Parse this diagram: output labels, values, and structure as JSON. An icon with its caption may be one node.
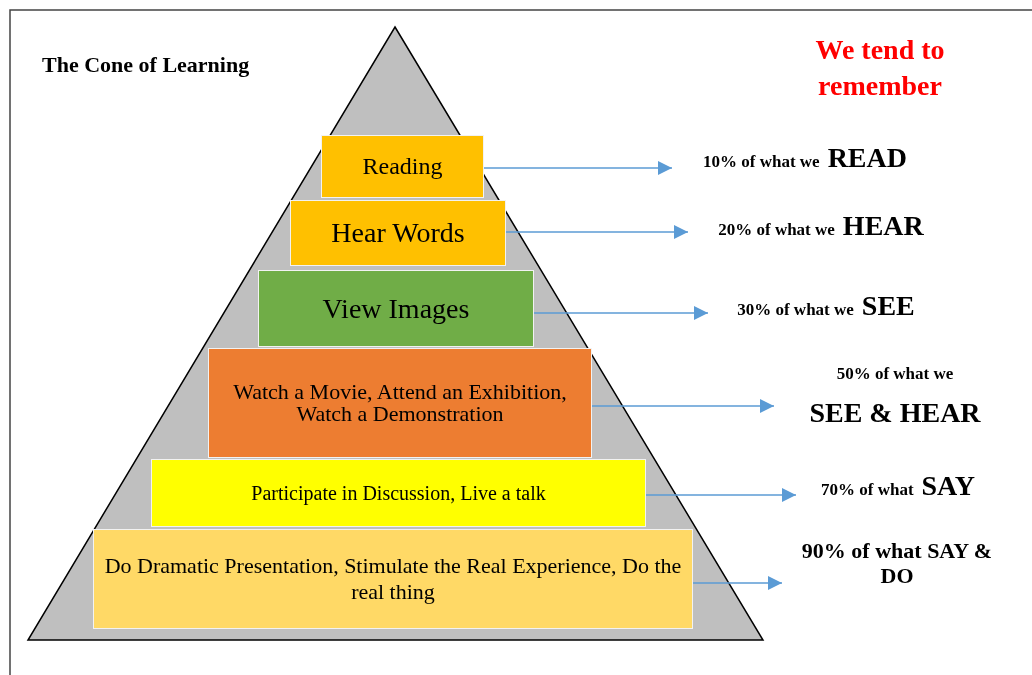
{
  "diagram": {
    "title": "The Cone of Learning",
    "nodes": [
      {
        "text": [
          "Reading"
        ]
      },
      {
        "text": [
          "Hear Words"
        ]
      },
      {
        "text": [
          "View Images"
        ]
      },
      {
        "text": [
          "Watch a Movie, Attend an Exhibition, Watch a Demonstration"
        ]
      },
      {
        "text": [
          "Participate in Discussion, Live a talk"
        ]
      },
      {
        "text": [
          "Do Dramatic Presentation, Stimulate the Real Experience, Do the real thing"
        ]
      },
      {
        "text": [
          "10% of what we",
          "READ"
        ]
      },
      {
        "text": [
          "20% of what we",
          "HEAR"
        ]
      },
      {
        "text": [
          "30% of what we",
          "SEE"
        ]
      },
      {
        "text": [
          "50% of what we",
          "SEE & HEAR"
        ]
      },
      {
        "text": [
          "70% of what",
          "SAY"
        ]
      },
      {
        "text": [
          "90% of what SAY & DO"
        ]
      }
    ],
    "edges": [
      {
        "from": 0,
        "to": 6,
        "arrow": "to"
      },
      {
        "from": 1,
        "to": 7,
        "arrow": "to"
      },
      {
        "from": 2,
        "to": 8,
        "arrow": "to"
      },
      {
        "from": 3,
        "to": 9,
        "arrow": "to"
      },
      {
        "from": 4,
        "to": 10,
        "arrow": "to"
      },
      {
        "from": 5,
        "to": 11,
        "arrow": "to"
      }
    ],
    "labels": [
      "We tend to remember"
    ]
  }
}
